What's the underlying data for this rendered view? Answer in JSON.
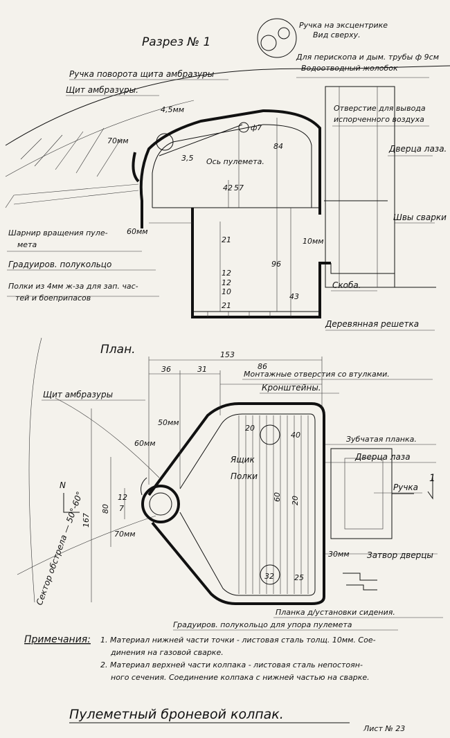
{
  "section": {
    "title": "Разрез № 1",
    "labels": {
      "eccentric_handle": "Ручка на эксцентрике",
      "top_view": "Вид сверху.",
      "periscope": "Для перископа и дым. трубы ф 9см",
      "drain_gutter": "Водоотводный жолобок",
      "embrasure_handle": "Ручка поворота щита амбразуры",
      "embrasure_shield": "Щит амбразуры.",
      "vent_hole": "Отверстие для вывода",
      "spent_air": "испорченного воздуха",
      "hatch_door": "Дверца лаза.",
      "mg_axis": "Ось пулемета.",
      "welds": "Швы сварки",
      "mg_hinge_1": "Шарнир вращения пуле-",
      "mg_hinge_2": "мета",
      "semi_ring": "Градуиров. полукольцо",
      "shelves_1": "Полки из 4мм ж-за для зап. час-",
      "shelves_2": "тей и боеприпасов",
      "bracket": "Скоба.",
      "grate": "Деревянная решетка"
    },
    "dims": {
      "d45": "4,5мм",
      "d70": "70мм",
      "d60": "60мм",
      "d10": "10мм",
      "d35": "3,5",
      "phi7": "ф7",
      "n84": "84",
      "n42": "42",
      "n57": "57",
      "n96": "96",
      "n43": "43",
      "n21a": "21",
      "n21b": "21",
      "n12a": "12",
      "n12b": "12",
      "n10": "10"
    }
  },
  "plan": {
    "title": "План.",
    "labels": {
      "mounting_holes": "Монтажные отверстия со втулками.",
      "brackets": "Кронштейны.",
      "embrasure_shield": "Щит амбразуры",
      "toothed_strip": "Зубчатая планка.",
      "hatch_door": "Дверца лаза",
      "box": "Ящик",
      "shelves": "Полки",
      "handle": "Ручка",
      "north": "N",
      "section_mark": "1",
      "door_lock": "Затвор дверцы",
      "seat_strip": "Планка д/установки сидения.",
      "semi_ring": "Градуиров. полукольцо для упора пулемета",
      "firing_sector": "Сектор обстрела — 50°-60°"
    },
    "dims": {
      "n153": "153",
      "n36": "36",
      "n31": "31",
      "n86": "86",
      "d50": "50мм",
      "d60": "60мм",
      "n20a": "20",
      "n40": "40",
      "n80": "80",
      "n12": "12",
      "n7": "7",
      "n167": "167",
      "d70": "70мм",
      "n60": "60",
      "n20b": "20",
      "d30": "30мм",
      "n32": "32",
      "n25": "25"
    }
  },
  "notes": {
    "heading": "Примечания:",
    "n1_a": "1. Материал нижней части точки - листовая сталь толщ. 10мм. Сое-",
    "n1_b": "динения на газовой сварке.",
    "n2_a": "2. Материал верхней части колпака - листовая сталь непостоян-",
    "n2_b": "ного сечения. Соединение колпака с нижней частью на сварке."
  },
  "footer": {
    "title": "Пулеметный броневой колпак.",
    "sheet": "Лист № 23"
  }
}
